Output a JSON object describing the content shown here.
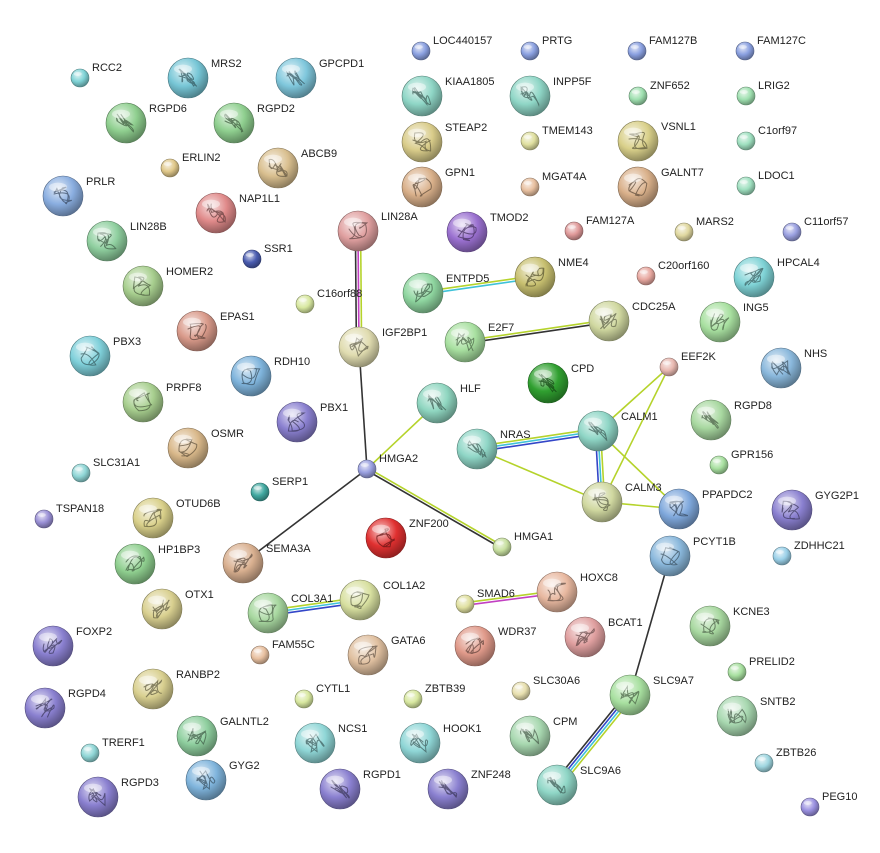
{
  "colors": {
    "coexpression": "#333333",
    "textmining": "#b5d32b",
    "database": "#3fc2d8",
    "experiment": "#c23fc2",
    "cooccurrence": "#3346c8",
    "neighborhood": "#2a8a2a"
  },
  "nodes": [
    {
      "id": "RCC2",
      "label": "RCC2",
      "color": "#7fd3d6",
      "big": false
    },
    {
      "id": "MRS2",
      "label": "MRS2",
      "color": "#77c6d6",
      "big": true
    },
    {
      "id": "GPCPD1",
      "label": "GPCPD1",
      "color": "#7fc7dc",
      "big": true
    },
    {
      "id": "RGPD6",
      "label": "RGPD6",
      "color": "#8fcf8f",
      "big": true
    },
    {
      "id": "RGPD2",
      "label": "RGPD2",
      "color": "#8fcf8f",
      "big": true
    },
    {
      "id": "ERLIN2",
      "label": "ERLIN2",
      "color": "#e0c88a",
      "big": false
    },
    {
      "id": "ABCB9",
      "label": "ABCB9",
      "color": "#d9bf8f",
      "big": true
    },
    {
      "id": "NAP1L1",
      "label": "NAP1L1",
      "color": "#e08a8a",
      "big": true
    },
    {
      "id": "PRLR",
      "label": "PRLR",
      "color": "#8aaee0",
      "big": true
    },
    {
      "id": "LIN28B",
      "label": "LIN28B",
      "color": "#8fcf9f",
      "big": true
    },
    {
      "id": "HOMER2",
      "label": "HOMER2",
      "color": "#a8cf8f",
      "big": true
    },
    {
      "id": "SSR1",
      "label": "SSR1",
      "color": "#4a5cb0",
      "big": false
    },
    {
      "id": "EPAS1",
      "label": "EPAS1",
      "color": "#d99a8a",
      "big": true
    },
    {
      "id": "PBX3",
      "label": "PBX3",
      "color": "#7fd0da",
      "big": true
    },
    {
      "id": "PRPF8",
      "label": "PRPF8",
      "color": "#a8cf8f",
      "big": true
    },
    {
      "id": "RDH10",
      "label": "RDH10",
      "color": "#7fb4dc",
      "big": true
    },
    {
      "id": "OSMR",
      "label": "OSMR",
      "color": "#d9b88a",
      "big": true
    },
    {
      "id": "PBX1",
      "label": "PBX1",
      "color": "#8a80d0",
      "big": true
    },
    {
      "id": "SLC31A1",
      "label": "SLC31A1",
      "color": "#8fd6d6",
      "big": false
    },
    {
      "id": "SERP1",
      "label": "SERP1",
      "color": "#40a8a0",
      "big": false
    },
    {
      "id": "TSPAN18",
      "label": "TSPAN18",
      "color": "#9a90d6",
      "big": false
    },
    {
      "id": "OTUD6B",
      "label": "OTUD6B",
      "color": "#d9d08a",
      "big": true
    },
    {
      "id": "HP1BP3",
      "label": "HP1BP3",
      "color": "#8fcf8f",
      "big": true
    },
    {
      "id": "SEMA3A",
      "label": "SEMA3A",
      "color": "#d9b090",
      "big": true
    },
    {
      "id": "OTX1",
      "label": "OTX1",
      "color": "#d9d090",
      "big": true
    },
    {
      "id": "FOXP2",
      "label": "FOXP2",
      "color": "#8a80d0",
      "big": true
    },
    {
      "id": "RANBP2",
      "label": "RANBP2",
      "color": "#d9d090",
      "big": true
    },
    {
      "id": "RGPD4",
      "label": "RGPD4",
      "color": "#8a80d0",
      "big": true
    },
    {
      "id": "GALNTL2",
      "label": "GALNTL2",
      "color": "#8fcf9f",
      "big": true
    },
    {
      "id": "TRERF1",
      "label": "TRERF1",
      "color": "#8fd6d6",
      "big": false
    },
    {
      "id": "GYG2",
      "label": "GYG2",
      "color": "#7fb4dc",
      "big": true
    },
    {
      "id": "RGPD3",
      "label": "RGPD3",
      "color": "#8a80d0",
      "big": true
    },
    {
      "id": "LOC440157",
      "label": "LOC440157",
      "color": "#8aa0e0",
      "big": false
    },
    {
      "id": "PRTG",
      "label": "PRTG",
      "color": "#8aa0e0",
      "big": false
    },
    {
      "id": "FAM127B",
      "label": "FAM127B",
      "color": "#8aa0e0",
      "big": false
    },
    {
      "id": "FAM127C",
      "label": "FAM127C",
      "color": "#8aa0e0",
      "big": false
    },
    {
      "id": "KIAA1805",
      "label": "KIAA1805",
      "color": "#8fd6c6",
      "big": true
    },
    {
      "id": "INPP5F",
      "label": "INPP5F",
      "color": "#8fd6c6",
      "big": true
    },
    {
      "id": "ZNF652",
      "label": "ZNF652",
      "color": "#9fe0b0",
      "big": false
    },
    {
      "id": "LRIG2",
      "label": "LRIG2",
      "color": "#9fe0b0",
      "big": false
    },
    {
      "id": "STEAP2",
      "label": "STEAP2",
      "color": "#d9cc8a",
      "big": true
    },
    {
      "id": "TMEM143",
      "label": "TMEM143",
      "color": "#e0e0a0",
      "big": false
    },
    {
      "id": "VSNL1",
      "label": "VSNL1",
      "color": "#d9d08a",
      "big": true
    },
    {
      "id": "C1orf97",
      "label": "C1orf97",
      "color": "#9fe0c0",
      "big": false
    },
    {
      "id": "GPN1",
      "label": "GPN1",
      "color": "#d9b08a",
      "big": true
    },
    {
      "id": "MGAT4A",
      "label": "MGAT4A",
      "color": "#e8c0a0",
      "big": false
    },
    {
      "id": "GALNT7",
      "label": "GALNT7",
      "color": "#d9b08a",
      "big": true
    },
    {
      "id": "LDOC1",
      "label": "LDOC1",
      "color": "#9fe0c0",
      "big": false
    },
    {
      "id": "LIN28A",
      "label": "LIN28A",
      "color": "#e0a0a0",
      "big": true
    },
    {
      "id": "TMOD2",
      "label": "TMOD2",
      "color": "#9a70d0",
      "big": true
    },
    {
      "id": "FAM127A",
      "label": "FAM127A",
      "color": "#e09a9a",
      "big": false
    },
    {
      "id": "MARS2",
      "label": "MARS2",
      "color": "#e0d8a0",
      "big": false
    },
    {
      "id": "C11orf57",
      "label": "C11orf57",
      "color": "#9aa0e0",
      "big": false
    },
    {
      "id": "NME4",
      "label": "NME4",
      "color": "#c8c070",
      "big": true
    },
    {
      "id": "ENTPD5",
      "label": "ENTPD5",
      "color": "#8fd6a0",
      "big": true
    },
    {
      "id": "C20orf160",
      "label": "C20orf160",
      "color": "#e8a8a0",
      "big": false
    },
    {
      "id": "HPCAL4",
      "label": "HPCAL4",
      "color": "#7fd3d6",
      "big": true
    },
    {
      "id": "C16orf88",
      "label": "C16orf88",
      "color": "#d8e8a0",
      "big": false
    },
    {
      "id": "ING5",
      "label": "ING5",
      "color": "#a8e0a0",
      "big": true
    },
    {
      "id": "CDC25A",
      "label": "CDC25A",
      "color": "#d0d8a0",
      "big": true
    },
    {
      "id": "IGF2BP1",
      "label": "IGF2BP1",
      "color": "#e0dcb0",
      "big": true
    },
    {
      "id": "E2F7",
      "label": "E2F7",
      "color": "#a8e0a0",
      "big": true
    },
    {
      "id": "NHS",
      "label": "NHS",
      "color": "#8ab8dc",
      "big": true
    },
    {
      "id": "EEF2K",
      "label": "EEF2K",
      "color": "#e8b8b0",
      "big": false
    },
    {
      "id": "CPD",
      "label": "CPD",
      "color": "#30a030",
      "big": true
    },
    {
      "id": "HLF",
      "label": "HLF",
      "color": "#8fd6c0",
      "big": true
    },
    {
      "id": "RGPD8",
      "label": "RGPD8",
      "color": "#a8d8a0",
      "big": true
    },
    {
      "id": "CALM1",
      "label": "CALM1",
      "color": "#8fd6c6",
      "big": true
    },
    {
      "id": "NRAS",
      "label": "NRAS",
      "color": "#8fd6c6",
      "big": true
    },
    {
      "id": "GPR156",
      "label": "GPR156",
      "color": "#a8e0a0",
      "big": false
    },
    {
      "id": "HMGA2",
      "label": "HMGA2",
      "color": "#9aa0e0",
      "big": false
    },
    {
      "id": "CALM3",
      "label": "CALM3",
      "color": "#d0d8a0",
      "big": true
    },
    {
      "id": "PPAPDC2",
      "label": "PPAPDC2",
      "color": "#7fa8dc",
      "big": true
    },
    {
      "id": "GYG2P1",
      "label": "GYG2P1",
      "color": "#8a80d0",
      "big": true
    },
    {
      "id": "ZNF200",
      "label": "ZNF200",
      "color": "#e03030",
      "big": true
    },
    {
      "id": "HMGA1",
      "label": "HMGA1",
      "color": "#c8e0a0",
      "big": false
    },
    {
      "id": "PCYT1B",
      "label": "PCYT1B",
      "color": "#8ab8dc",
      "big": true
    },
    {
      "id": "ZDHHC21",
      "label": "ZDHHC21",
      "color": "#9ad0e8",
      "big": false
    },
    {
      "id": "COL3A1",
      "label": "COL3A1",
      "color": "#a8d8a0",
      "big": true
    },
    {
      "id": "COL1A2",
      "label": "COL1A2",
      "color": "#d8e0a0",
      "big": true
    },
    {
      "id": "SMAD6",
      "label": "SMAD6",
      "color": "#e0e0a0",
      "big": false
    },
    {
      "id": "HOXC8",
      "label": "HOXC8",
      "color": "#e8b8a0",
      "big": true
    },
    {
      "id": "KCNE3",
      "label": "KCNE3",
      "color": "#a8d8a0",
      "big": true
    },
    {
      "id": "FAM55C",
      "label": "FAM55C",
      "color": "#e8c0a0",
      "big": false
    },
    {
      "id": "GATA6",
      "label": "GATA6",
      "color": "#e0c0a0",
      "big": true
    },
    {
      "id": "WDR37",
      "label": "WDR37",
      "color": "#e09a8a",
      "big": true
    },
    {
      "id": "BCAT1",
      "label": "BCAT1",
      "color": "#e0a0a0",
      "big": true
    },
    {
      "id": "PRELID2",
      "label": "PRELID2",
      "color": "#a8e0a0",
      "big": false
    },
    {
      "id": "CYTL1",
      "label": "CYTL1",
      "color": "#d8e8a0",
      "big": false
    },
    {
      "id": "ZBTB39",
      "label": "ZBTB39",
      "color": "#d8e8a0",
      "big": false
    },
    {
      "id": "SLC30A6",
      "label": "SLC30A6",
      "color": "#e8e0b0",
      "big": false
    },
    {
      "id": "SLC9A7",
      "label": "SLC9A7",
      "color": "#a8e0a0",
      "big": true
    },
    {
      "id": "SNTB2",
      "label": "SNTB2",
      "color": "#a8d8b0",
      "big": true
    },
    {
      "id": "NCS1",
      "label": "NCS1",
      "color": "#8fd6d6",
      "big": true
    },
    {
      "id": "HOOK1",
      "label": "HOOK1",
      "color": "#8fd6d6",
      "big": true
    },
    {
      "id": "CPM",
      "label": "CPM",
      "color": "#a8d8b0",
      "big": true
    },
    {
      "id": "ZBTB26",
      "label": "ZBTB26",
      "color": "#9fd6e0",
      "big": false
    },
    {
      "id": "RGPD1",
      "label": "RGPD1",
      "color": "#8a80d0",
      "big": true
    },
    {
      "id": "ZNF248",
      "label": "ZNF248",
      "color": "#8a80d0",
      "big": true
    },
    {
      "id": "SLC9A6",
      "label": "SLC9A6",
      "color": "#8fd6c6",
      "big": true
    },
    {
      "id": "PEG10",
      "label": "PEG10",
      "color": "#9a90e0",
      "big": false
    }
  ],
  "edges": [
    {
      "a": "LIN28A",
      "b": "IGF2BP1",
      "types": [
        "textmining",
        "experiment",
        "coexpression"
      ]
    },
    {
      "a": "IGF2BP1",
      "b": "HMGA2",
      "types": [
        "coexpression"
      ]
    },
    {
      "a": "HMGA2",
      "b": "SEMA3A",
      "types": [
        "coexpression"
      ]
    },
    {
      "a": "HMGA2",
      "b": "HMGA1",
      "types": [
        "textmining",
        "coexpression"
      ]
    },
    {
      "a": "HMGA2",
      "b": "HLF",
      "types": [
        "textmining"
      ]
    },
    {
      "a": "ENTPD5",
      "b": "NME4",
      "types": [
        "textmining",
        "database"
      ]
    },
    {
      "a": "E2F7",
      "b": "CDC25A",
      "types": [
        "textmining",
        "coexpression"
      ]
    },
    {
      "a": "NRAS",
      "b": "CALM1",
      "types": [
        "textmining",
        "database",
        "cooccurrence"
      ]
    },
    {
      "a": "NRAS",
      "b": "CALM3",
      "types": [
        "textmining"
      ]
    },
    {
      "a": "CALM1",
      "b": "CALM3",
      "types": [
        "textmining",
        "database",
        "cooccurrence"
      ]
    },
    {
      "a": "CALM1",
      "b": "EEF2K",
      "types": [
        "textmining"
      ]
    },
    {
      "a": "CALM3",
      "b": "EEF2K",
      "types": [
        "textmining"
      ]
    },
    {
      "a": "CALM3",
      "b": "PPAPDC2",
      "types": [
        "textmining"
      ]
    },
    {
      "a": "CALM1",
      "b": "PPAPDC2",
      "types": [
        "textmining"
      ]
    },
    {
      "a": "COL3A1",
      "b": "COL1A2",
      "types": [
        "textmining",
        "database",
        "cooccurrence"
      ]
    },
    {
      "a": "SMAD6",
      "b": "HOXC8",
      "types": [
        "textmining",
        "experiment"
      ]
    },
    {
      "a": "SLC9A7",
      "b": "SLC9A6",
      "types": [
        "textmining",
        "database",
        "cooccurrence",
        "coexpression"
      ]
    },
    {
      "a": "PCYT1B",
      "b": "SLC9A7",
      "types": [
        "coexpression"
      ]
    }
  ]
}
